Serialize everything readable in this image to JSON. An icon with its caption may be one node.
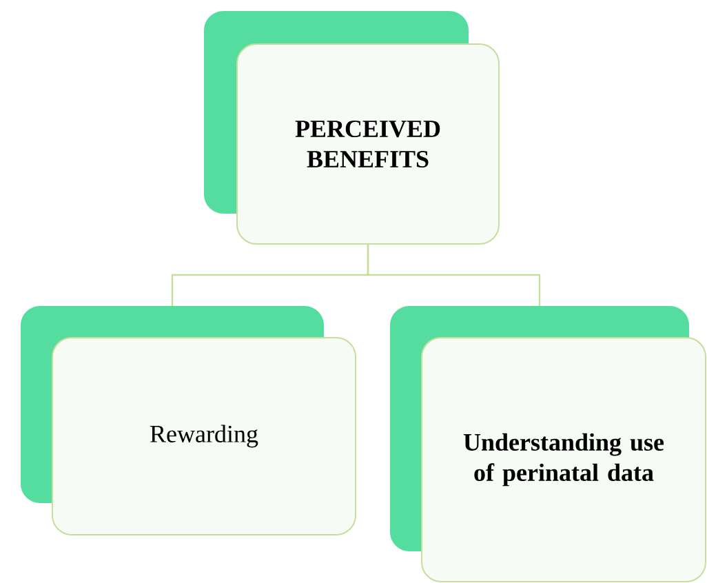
{
  "diagram": {
    "nodes": [
      {
        "text": [
          "PERCEIVED BENEFITS"
        ]
      },
      {
        "text": [
          "Rewarding"
        ]
      },
      {
        "text": [
          "Understanding use of perinatal data"
        ]
      }
    ],
    "edges": [
      {
        "from": 0,
        "to": 1,
        "arrow": "none"
      },
      {
        "from": 0,
        "to": 2,
        "arrow": "none"
      }
    ]
  }
}
